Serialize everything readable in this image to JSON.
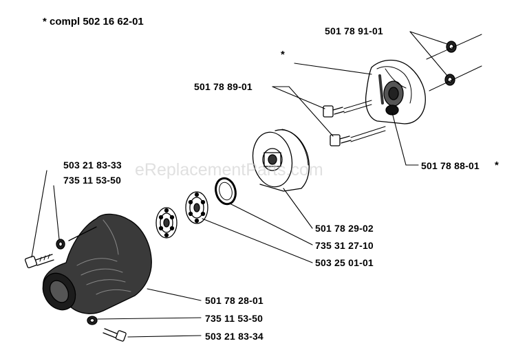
{
  "diagram": {
    "note": "* compl 502 16 62-01",
    "watermark": "eReplacementParts.com",
    "labels": {
      "washer_pair": "501 78 91-01",
      "bolt_pair": "501 78 89-01",
      "shoe_assembly": "501 78 88-01",
      "drum": "501 78 29-02",
      "snap_ring": "735 31 27-10",
      "bearing": "503 25 01-01",
      "housing": "501 78 28-01",
      "upper_screw": "503 21 83-33",
      "upper_washer": "735 11 53-50",
      "lower_washer": "735 11 53-50",
      "lower_screw": "503 21 83-34"
    },
    "markers": {
      "shoe_marker": "*",
      "shoe_label_marker": "*"
    },
    "colors": {
      "ink": "#000000",
      "paper": "#ffffff",
      "watermark": "#c8c8c8"
    }
  }
}
